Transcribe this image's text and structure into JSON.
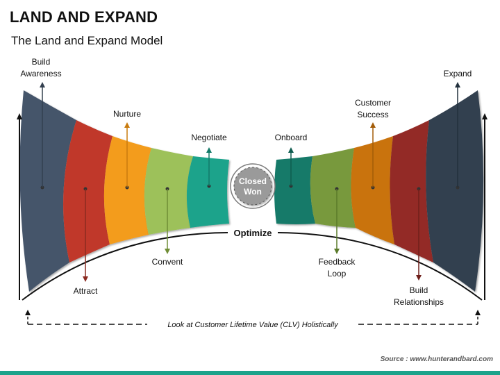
{
  "header": {
    "title": "LAND AND EXPAND",
    "subtitle": "The Land and Expand Model"
  },
  "center": {
    "line1": "Closed",
    "line2": "Won"
  },
  "optimize": "Optimize",
  "clv_note": "Look at Customer Lifetime Value (CLV) Holistically",
  "source": "Source : www.hunterandbard.com",
  "stages": {
    "build_awareness": {
      "line1": "Build",
      "line2": "Awareness",
      "color": "#44546a"
    },
    "attract": {
      "line1": "Attract",
      "color": "#c0392b"
    },
    "nurture": {
      "line1": "Nurture",
      "color": "#f39c1f"
    },
    "convent": {
      "line1": "Convent",
      "color": "#9dc15a"
    },
    "negotiate": {
      "line1": "Negotiate",
      "color": "#1ba38b"
    },
    "onboard": {
      "line1": "Onboard",
      "color": "#137a69"
    },
    "feedback_loop": {
      "line1": "Feedback",
      "line2": "Loop",
      "color": "#78993e"
    },
    "customer_success": {
      "line1": "Customer",
      "line2": "Success",
      "color": "#c9730c"
    },
    "build_relationships": {
      "line1": "Build",
      "line2": "Relationships",
      "color": "#932b25"
    },
    "expand": {
      "line1": "Expand",
      "color": "#33404f"
    }
  }
}
